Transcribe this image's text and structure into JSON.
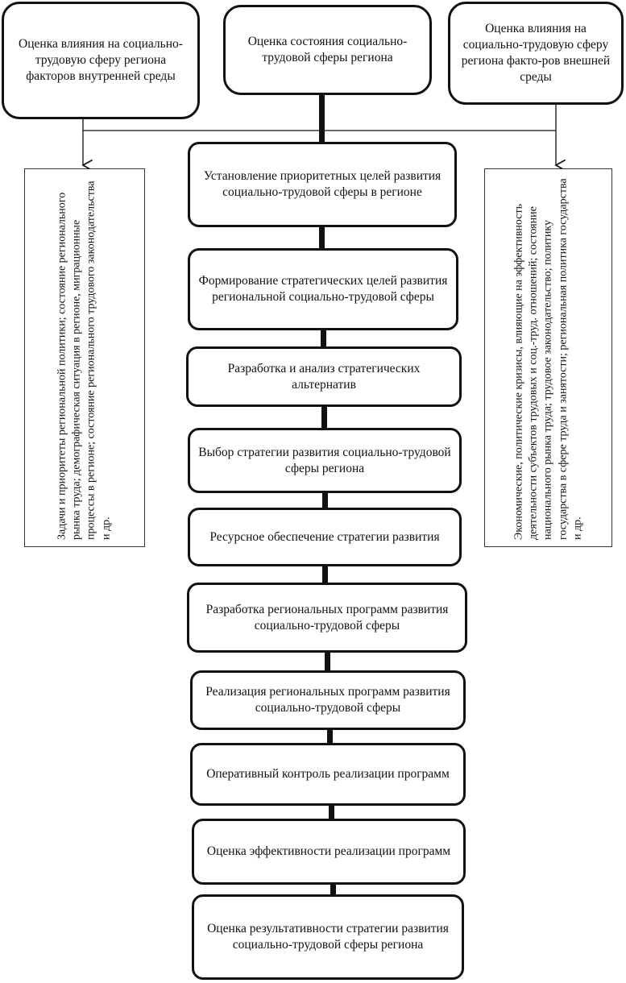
{
  "top_boxes": {
    "left": "Оценка влияния на социально-трудовую сферу региона факторов внутренней среды",
    "center": "Оценка состояния социально-трудовой сферы региона",
    "right": "Оценка влияния на социально-трудовую сферу региона факто-ров внешней среды"
  },
  "side_boxes": {
    "left": "Задачи и приоритеты региональной политики; состояние регионального рынка труда; демографическая ситуация в регионе, миграционные процессы в регионе; состояние регионального трудового законодательства и др.",
    "right": "Экономические, политические кризисы, влияющие на эффективность деятельности субъектов трудовых и соц.-труд. отношений; состояние национального рынка труда; трудовое законодательство; политику государства в сфере труда и занятости; региональная политика государства и др."
  },
  "steps": [
    "Установление приоритетных целей развития социально-трудовой сферы в регионе",
    "Формирование стратегических целей развития региональной социально-трудовой сферы",
    "Разработка и анализ стратегических альтернатив",
    "Выбор стратегии развития социально-трудовой сферы региона",
    "Ресурсное обеспечение стратегии развития",
    "Разработка региональных программ развития социально-трудовой сферы",
    "Реализация региональных программ развития социально-трудовой сферы",
    "Оперативный контроль реализации программ",
    "Оценка эффективности реализации программ",
    "Оценка результативности стратегии развития социально-трудовой сферы региона"
  ]
}
